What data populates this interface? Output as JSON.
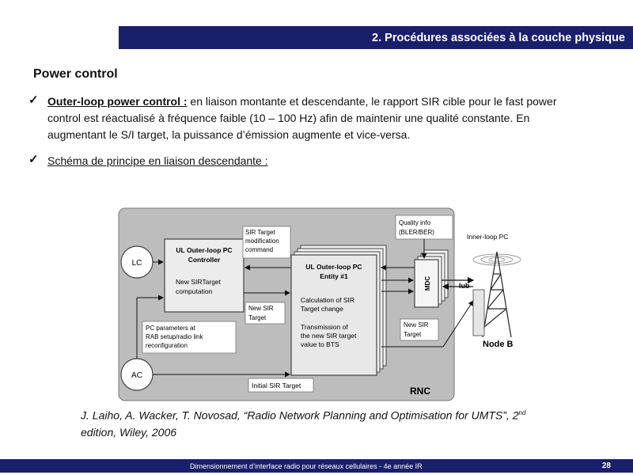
{
  "header": {
    "title": "2. Procédures associées à la couche physique"
  },
  "section": {
    "title": "Power control"
  },
  "bullets": [
    {
      "check": "✓",
      "label": "Outer-loop power control :",
      "line1": " en liaison montante et descendante, le rapport SIR cible pour le fast power",
      "line2": "control est réactualisé  à fréquence faible (10 – 100 Hz) afin de maintenir une qualité constante. En",
      "line3": "augmentant le S/I target, la puissance d’émission augmente et vice-versa."
    },
    {
      "check": "✓",
      "label": "Schéma de principe en liaison descendante :"
    }
  ],
  "diagram": {
    "lc": "LC",
    "ac": "AC",
    "controller_title_1": "UL Outer-loop PC",
    "controller_title_2": "Controller",
    "controller_body_1": "New SIRTarget",
    "controller_body_2": "computation",
    "entity_title_1": "UL Outer-loop PC",
    "entity_title_2": "Entity #1",
    "entity_body_1": "Calculation of SIR",
    "entity_body_2": "Target change",
    "entity_body_3": "Transmission of",
    "entity_body_4": "the new SIR target",
    "entity_body_5": "value to BTS",
    "sir_mod_1": "SIR Target",
    "sir_mod_2": "modification",
    "sir_mod_3": "command",
    "new_sir_1": "New SIR",
    "new_sir_2": "Target",
    "new_sir_b_1": "New SIR",
    "new_sir_b_2": "Target",
    "pc_params_1": "PC parameters at",
    "pc_params_2": "RAB setup/radio link",
    "pc_params_3": "reconfiguration",
    "quality_1": "Quality info",
    "quality_2": "(BLER/BER)",
    "mdc": "MDC",
    "inner_loop": "Inner-loop PC",
    "iub": "Iub",
    "node_b": "Node B",
    "initial_sir": "Initial SIR Target",
    "rnc": "RNC"
  },
  "citation": {
    "line1": "J. Laiho, A. Wacker, T. Novosad, “Radio Network Planning and Optimisation for UMTS”, 2",
    "sup": "nd",
    "line2": "edition, Wiley, 2006"
  },
  "footer": {
    "text": "Dimensionnement d’interface radio pour réseaux cellulaires - 4e année IR",
    "page": "28"
  },
  "colors": {
    "header_bg": "#1a1f6b",
    "rnc_bg": "#bdbdbd"
  }
}
